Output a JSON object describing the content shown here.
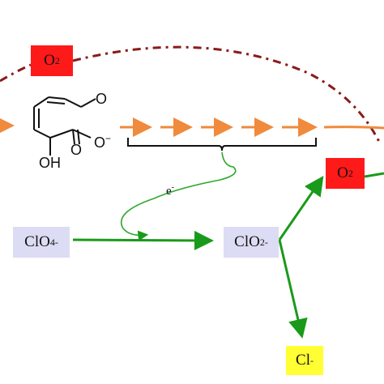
{
  "nodes": {
    "o2_top": {
      "main": "O",
      "sub": "2"
    },
    "o2_right": {
      "main": "O",
      "sub": "2"
    },
    "clo4": {
      "main": "ClO",
      "sub": "4",
      "sup": "-"
    },
    "clo2": {
      "main": "ClO",
      "sub": "2",
      "sup": "-"
    },
    "cl": {
      "main": "Cl",
      "sup": "-"
    }
  },
  "electron_label": {
    "main": "e",
    "sup": "-"
  },
  "molecule": {
    "hydroxyl": "OH",
    "carboxylate_o": "O",
    "carboxylate_charge": "−",
    "ketone_o": "O",
    "carbonyl_o": "O"
  },
  "colors": {
    "oxygen_box": "#ff1a1a",
    "ion_box": "#dcdcf4",
    "chloride_box": "#ffff33",
    "dashed_arc": "#8b1a1a",
    "orange_flow": "#f08a3c",
    "green_arrow": "#1a9a1a"
  }
}
